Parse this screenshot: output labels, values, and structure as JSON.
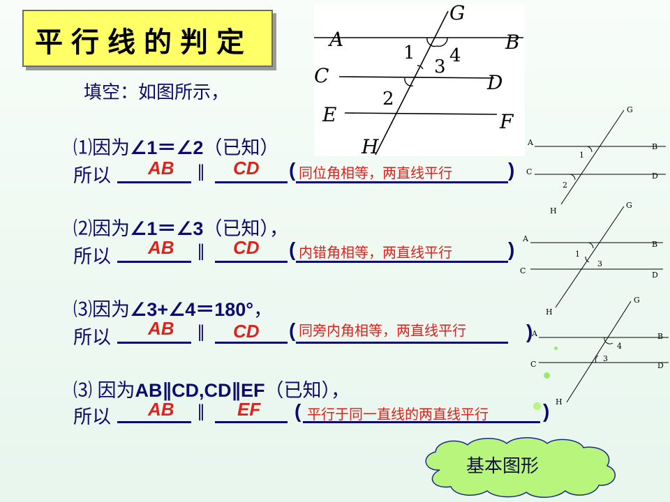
{
  "title": "平行线的判定",
  "intro": "填空：如图所示，",
  "items": [
    {
      "num": "⑴",
      "cond_prefix": "因为",
      "cond": "∠1＝∠2",
      "cond_suffix": "（已知）",
      "so": "所以",
      "ans1": "AB",
      "parallel": "∥",
      "ans2": "CD",
      "reason": "同位角相等，两直线平行"
    },
    {
      "num": "⑵",
      "cond_prefix": "因为",
      "cond": "∠1＝∠3",
      "cond_suffix": "（已知），",
      "so": "所以",
      "ans1": "AB",
      "parallel": "∥",
      "ans2": "CD",
      "reason": "内错角相等，两直线平行"
    },
    {
      "num": "⑶",
      "cond_prefix": "因为",
      "cond": "∠3+∠4＝180°",
      "cond_suffix": "，",
      "so": "所以",
      "ans1": "AB",
      "parallel": "∥",
      "ans2": "CD",
      "reason": "同旁内角相等，两直线平行"
    },
    {
      "num": "⑶",
      "cond_prefix": " 因为",
      "cond": "AB∥CD,CD∥EF",
      "cond_suffix": "（已知），",
      "so": "所以",
      "ans1": "AB",
      "parallel": "∥",
      "ans2": "EF",
      "reason": "平行于同一直线的两直线平行"
    }
  ],
  "main_figure": {
    "labels": {
      "G": "G",
      "A": "A",
      "B": "B",
      "C": "C",
      "D": "D",
      "E": "E",
      "F": "F",
      "H": "H",
      "a1": "1",
      "a2": "2",
      "a3": "3",
      "a4": "4"
    }
  },
  "small_figures": [
    {
      "G": "G",
      "A": "A",
      "B": "B",
      "C": "C",
      "D": "D",
      "H": "H",
      "n1": "1",
      "n2": "2"
    },
    {
      "G": "G",
      "A": "A",
      "B": "B",
      "C": "C",
      "D": "D",
      "H": "H",
      "n1": "1",
      "n2": "3"
    },
    {
      "G": "G",
      "A": "A",
      "B": "B",
      "C": "C",
      "D": "D",
      "H": "H",
      "n1": "4",
      "n2": "3"
    }
  ],
  "cloud_label": "基本图形",
  "colors": {
    "text": "#0b0b6b",
    "answer": "#e0201a",
    "title_bg": "#ffff66",
    "cloud": "#b8f57c"
  }
}
